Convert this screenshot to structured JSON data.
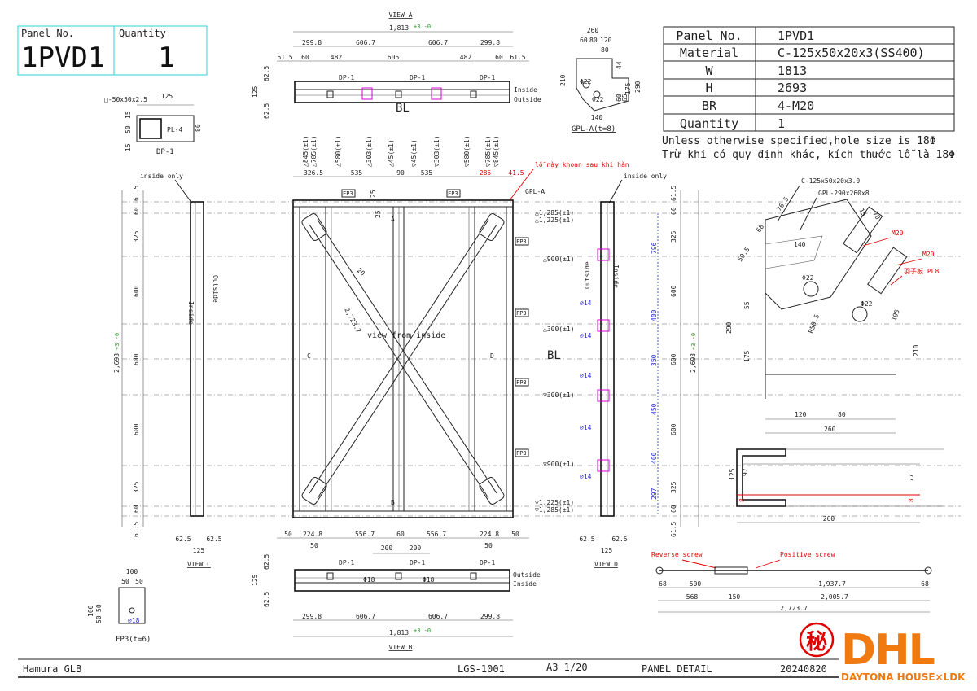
{
  "badge": {
    "panel_no_label": "Panel No.",
    "panel_no_value": "1PVD1",
    "quantity_label": "Quantity",
    "quantity_value": "1"
  },
  "spec_table": {
    "rows": [
      {
        "label": "Panel No.",
        "value": "1PVD1"
      },
      {
        "label": "Material",
        "value": "C-125x50x20x3(SS400)"
      },
      {
        "label": "W",
        "value": "1813"
      },
      {
        "label": "H",
        "value": "2693"
      },
      {
        "label": "BR",
        "value": "4-M20"
      },
      {
        "label": "Quantity",
        "value": "1"
      }
    ],
    "note_en": "Unless otherwise specified,hole size is 18Φ",
    "note_vi": "Trừ khi có quy định khác, kích thước lỗ là 18Φ"
  },
  "view_a": {
    "title": "VIEW A",
    "total": "1,813",
    "total_tol": "+3 -0",
    "top_dims": [
      "299.8",
      "606.7",
      "606.7",
      "299.8"
    ],
    "sub_dims": [
      "61.5",
      "60",
      "482",
      "606",
      "482",
      "60",
      "61.5"
    ],
    "side_dims": [
      "62.5",
      "125",
      "62.5"
    ],
    "dp_tag": "DP-1",
    "inside": "Inside",
    "outside": "Outside",
    "bl": "BL",
    "hole_marks": [
      "△845(±1)",
      "△785(±1)",
      "△580(±1)",
      "△303(±1)",
      "△45(±1)",
      "▽45(±1)",
      "▽303(±1)",
      "▽580(±1)",
      "▽785(±1)",
      "▽845(±1)"
    ]
  },
  "view_b": {
    "title": "VIEW B",
    "total": "1,813",
    "total_tol": "+3 -0",
    "bot_dims": [
      "299.8",
      "606.7",
      "606.7",
      "299.8"
    ],
    "top_dims": [
      "200",
      "200"
    ],
    "holes": [
      "Φ18",
      "Φ18"
    ],
    "dp_tag": "DP-1",
    "outside": "Outside",
    "inside": "Inside",
    "side_dims": [
      "62.5",
      "125",
      "62.5"
    ]
  },
  "main": {
    "top_dims": [
      "326.5",
      "535",
      "90",
      "535",
      "285",
      "41.5"
    ],
    "bottom_dims": [
      "50",
      "224.8",
      "556.7",
      "60",
      "556.7",
      "224.8",
      "50"
    ],
    "bottom_sub": [
      "50",
      "50"
    ],
    "red_note": "lỗ này khoan sau khi hàn",
    "gpl_tag": "GPL-A",
    "fp3": "FP3",
    "view_from_inside": "view from inside",
    "brace_len": "2,723.7",
    "brace_w": "20",
    "bl": "BL",
    "marks": {
      "a": "A",
      "b": "B",
      "c": "C",
      "d": "D"
    },
    "elev_marks": [
      "△1,285(±1)",
      "△1,225(±1)",
      "△900(±1)",
      "△300(±1)",
      "▽300(±1)",
      "▽900(±1)",
      "▽1,225(±1)",
      "▽1,285(±1)"
    ],
    "dim_25": "25"
  },
  "view_c": {
    "title": "VIEW C",
    "label": "inside only",
    "inside": "Inside",
    "outside": "Outside",
    "left_dims": [
      "61.5",
      "60",
      "325",
      "600",
      "600",
      "600",
      "325",
      "60",
      "61.5"
    ],
    "total": "2,693",
    "total_tol": "+3 -0",
    "bot_dims": [
      "62.5",
      "62.5",
      "125"
    ]
  },
  "view_d": {
    "title": "VIEW D",
    "label": "inside only",
    "outside": "Outside",
    "inside": "Inside",
    "right_dims": [
      "61.5",
      "60",
      "325",
      "600",
      "600",
      "600",
      "325",
      "60",
      "61.5"
    ],
    "total": "2,693",
    "total_tol": "+3 -0",
    "blue_dims": [
      "796",
      "400",
      "350",
      "450",
      "400",
      "297"
    ],
    "hole": "⌀14",
    "bot_dims": [
      "62.5",
      "62.5",
      "125"
    ]
  },
  "dp1": {
    "title": "DP-1",
    "spec": "□-50x50x2.5",
    "dims": [
      "125",
      "15",
      "50",
      "15",
      "80"
    ],
    "pl": "PL-4"
  },
  "fp3_detail": {
    "title": "FP3(t=6)",
    "dims": [
      "100",
      "50",
      "50",
      "100",
      "50",
      "50"
    ],
    "hole": "⌀18"
  },
  "gpla": {
    "title": "GPL-A(t=8)",
    "dims": [
      "260",
      "60",
      "80",
      "120",
      "80",
      "44",
      "210",
      "175",
      "290",
      "60",
      "65",
      "140"
    ],
    "holes": [
      "Φ22",
      "Φ22"
    ]
  },
  "gusset": {
    "labels": [
      "C-125x50x20x3.0",
      "GPL-290x260x8",
      "M20",
      "M20",
      "羽子板 PL8"
    ],
    "dims": [
      "76.5",
      "68",
      "50.5",
      "140",
      "55",
      "290",
      "175",
      "120",
      "80",
      "260",
      "R50.5",
      "195",
      "210",
      "70",
      "15"
    ],
    "holes": [
      "Φ22",
      "Φ22"
    ]
  },
  "section": {
    "dims": [
      "125",
      "97",
      "77",
      "260",
      "8",
      "8"
    ]
  },
  "turnbuckle": {
    "reverse": "Reverse screw",
    "positive": "Positive screw",
    "dims": [
      "68",
      "500",
      "1,937.7",
      "68",
      "568",
      "150",
      "2,005.7",
      "2,723.7"
    ]
  },
  "title_block": {
    "project": "Hamura GLB",
    "drawing_no": "LGS-1001",
    "sheet": "A3 1/20",
    "title": "PANEL DETAIL",
    "date": "20240820",
    "seal": "秘",
    "brand_main": "DHL",
    "brand_sub": "DAYTONA HOUSE×LDK",
    "accent": "#f07a10"
  }
}
